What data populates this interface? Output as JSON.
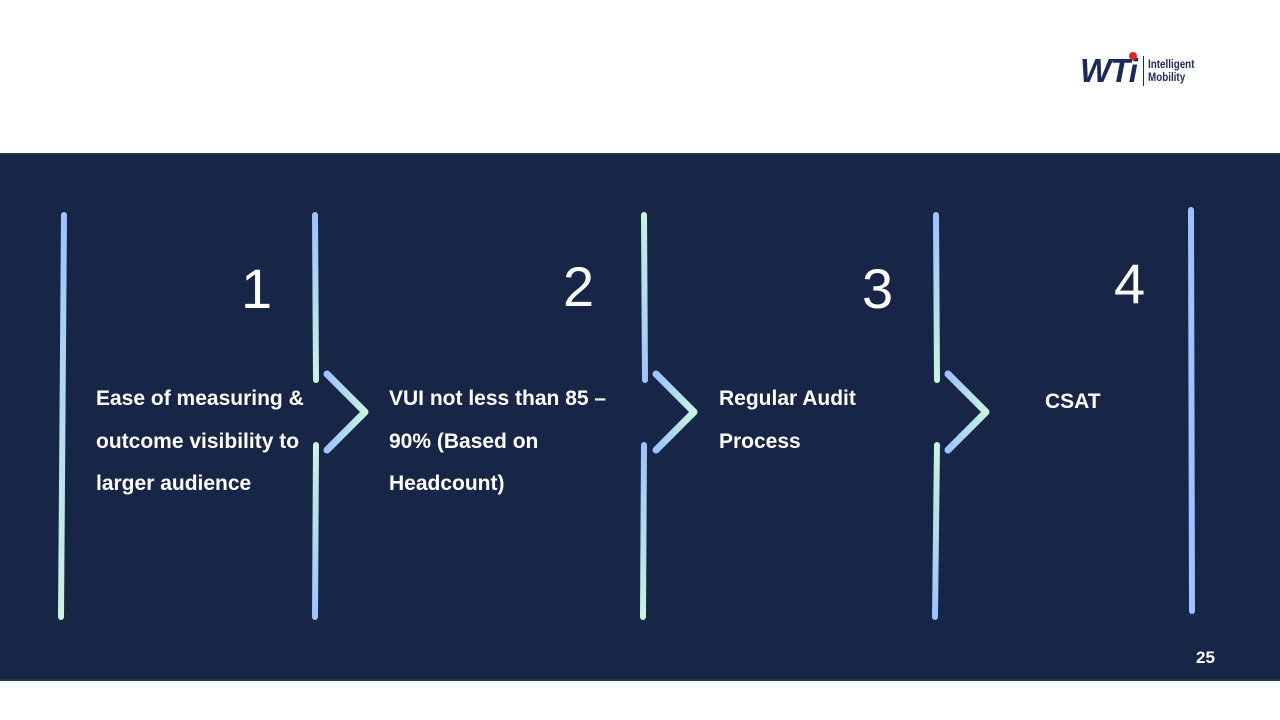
{
  "logo": {
    "brand": "WTi",
    "tagline_line1": "Intelligent",
    "tagline_line2": "Mobility"
  },
  "colors": {
    "band": "#172646",
    "line_blue": "#9cc3ff",
    "line_green": "#c8f5de",
    "text": "#ffffff",
    "logo_navy": "#1b2a5e",
    "logo_red": "#e1251b"
  },
  "steps": [
    {
      "number": "1",
      "text": "Ease of measuring & outcome visibility to larger audience"
    },
    {
      "number": "2",
      "text": "VUI not less than 85 – 90% (Based on Headcount)"
    },
    {
      "number": "3",
      "text": "Regular Audit Process"
    },
    {
      "number": "4",
      "text": "CSAT"
    }
  ],
  "page_number": "25"
}
